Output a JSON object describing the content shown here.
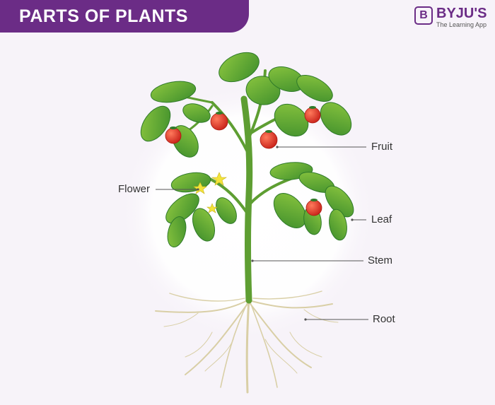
{
  "title": "PARTS OF PLANTS",
  "brand": {
    "mark": "B",
    "name": "BYJU'S",
    "tagline": "The Learning App"
  },
  "labels": {
    "fruit": "Fruit",
    "flower": "Flower",
    "leaf": "Leaf",
    "stem": "Stem",
    "root": "Root"
  },
  "colors": {
    "banner": "#6b2c86",
    "leaf": "#5aa83b",
    "leaf_dark": "#2f7a2a",
    "stem": "#5e9e32",
    "fruit": "#e23a2c",
    "flower": "#f3e33a",
    "root": "#d9cfa6",
    "leader_line": "#555555"
  }
}
